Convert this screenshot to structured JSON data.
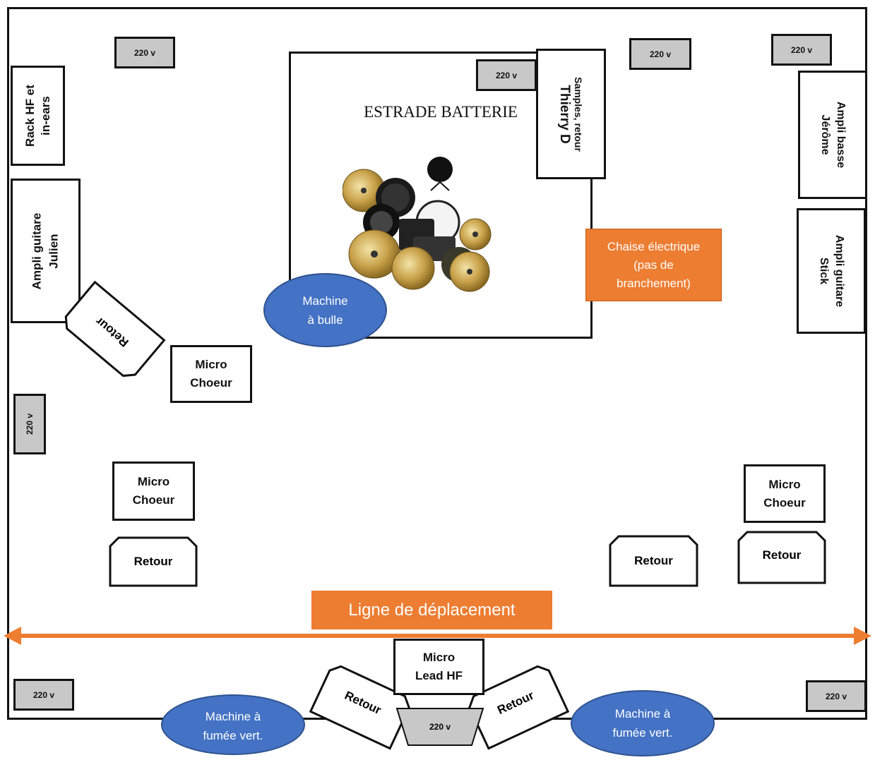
{
  "power_label": "220 v",
  "drum_riser": {
    "title": "ESTRADE BATTERIE"
  },
  "samples_box": {
    "line1": "Samples, retour",
    "line2": "Thierry D"
  },
  "rack_box": {
    "line1": "Rack HF et",
    "line2": "in-ears"
  },
  "amp_guitar_julien": {
    "line1": "Ampli  guitare",
    "line2": "Julien"
  },
  "amp_bass_jerome": {
    "line1": "Ampli  basse",
    "line2": "Jérôme"
  },
  "amp_guitar_stick": {
    "line1": "Ampli  guitare",
    "line2": "Stick"
  },
  "retour_label": "Retour",
  "micro_choeur": {
    "line1": "Micro",
    "line2": "Choeur"
  },
  "micro_lead": {
    "line1": "Micro",
    "line2": "Lead HF"
  },
  "chaise": {
    "line1": "Chaise électrique",
    "line2": "(pas de",
    "line3": "branchement)"
  },
  "bubble_machine": {
    "line1": "Machine",
    "line2": "à bulle"
  },
  "smoke_left": {
    "line1": "Machine à",
    "line2": "fumée vert."
  },
  "smoke_right": {
    "line1": "Machine à",
    "line2": "fumée vert."
  },
  "movement_line": {
    "label": "Ligne de déplacement"
  },
  "colors": {
    "orange": "#ed7d31",
    "blue": "#4472c4",
    "grey": "#c8c8c8"
  },
  "icons": [
    "drum-kit-icon",
    "double-arrow-icon"
  ]
}
